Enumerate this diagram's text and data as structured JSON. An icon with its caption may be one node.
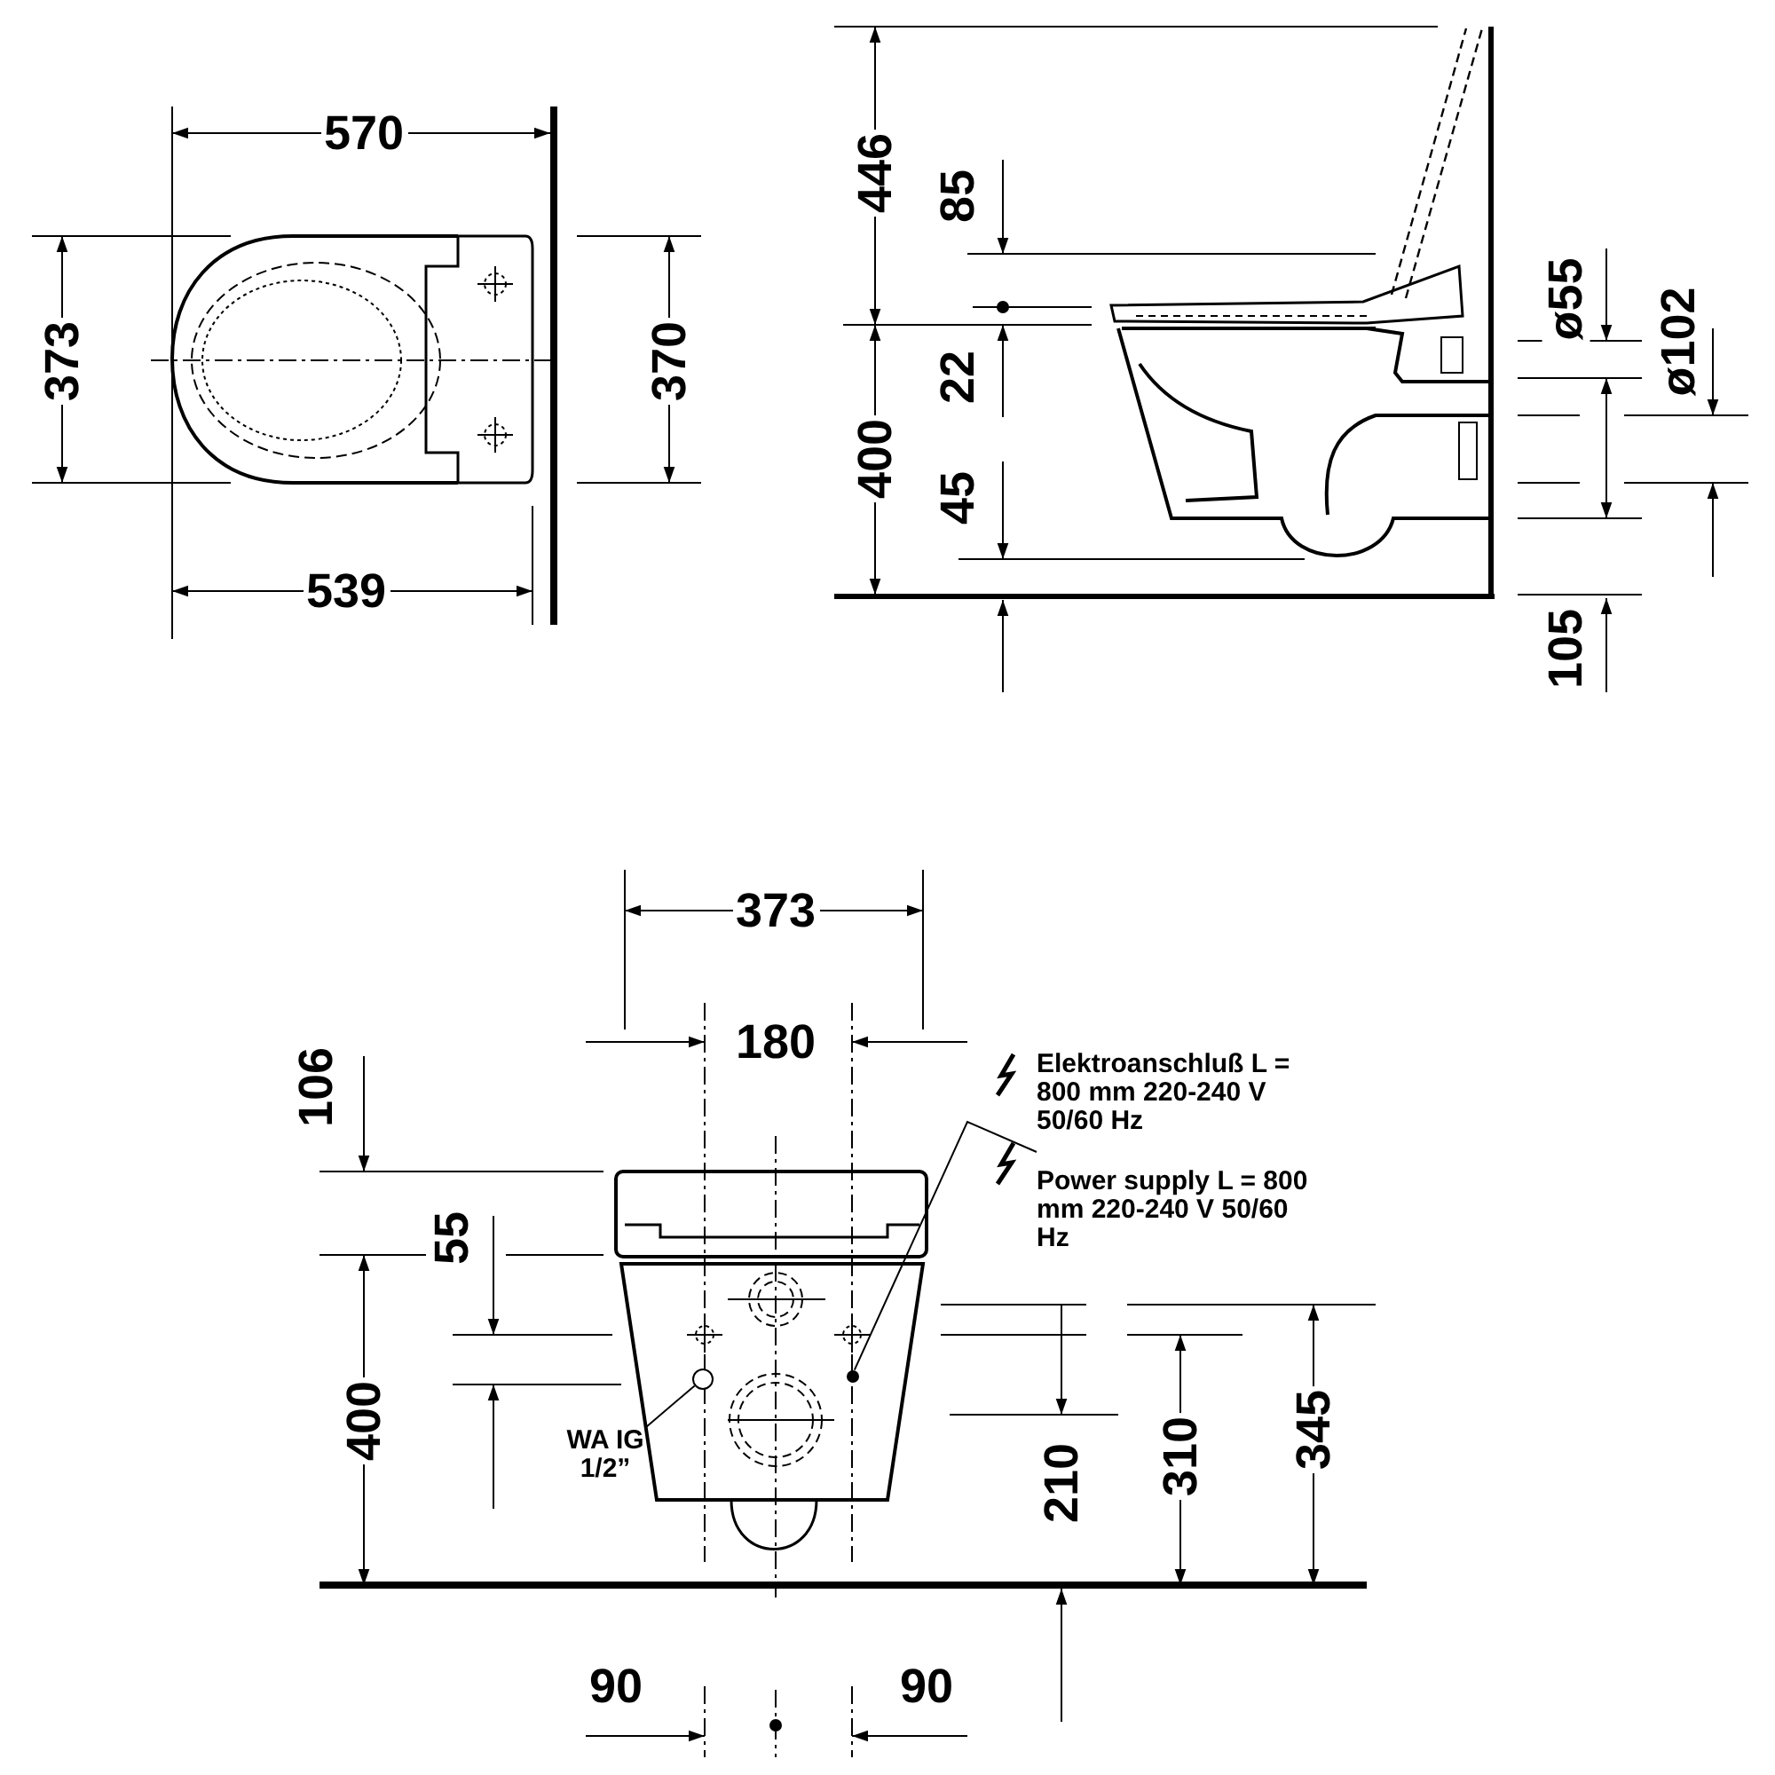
{
  "diagram": {
    "nodes": [
      {
        "text": [
          "WA IG 1/2”"
        ]
      },
      {
        "text": [],
        "shape": "circle"
      },
      {
        "text": [
          "Elektroanschluß L = 800 mm 220-240 V 50/60 Hz",
          "Power supply L = 800 mm 220-240 V 50/60 Hz"
        ]
      },
      {
        "text": [],
        "shape": "circle"
      }
    ],
    "edges": [
      {
        "from": 0,
        "to": 1,
        "arrow": "none"
      },
      {
        "from": 2,
        "to": 3,
        "arrow": "none"
      }
    ],
    "labels": [
      "570",
      "446",
      "85",
      "373",
      "ø55",
      "370",
      "22",
      "ø102",
      "400",
      "45",
      "539",
      "105",
      "373",
      "180",
      "106",
      "55",
      "400",
      "210",
      "310",
      "345",
      "90",
      "90"
    ]
  }
}
